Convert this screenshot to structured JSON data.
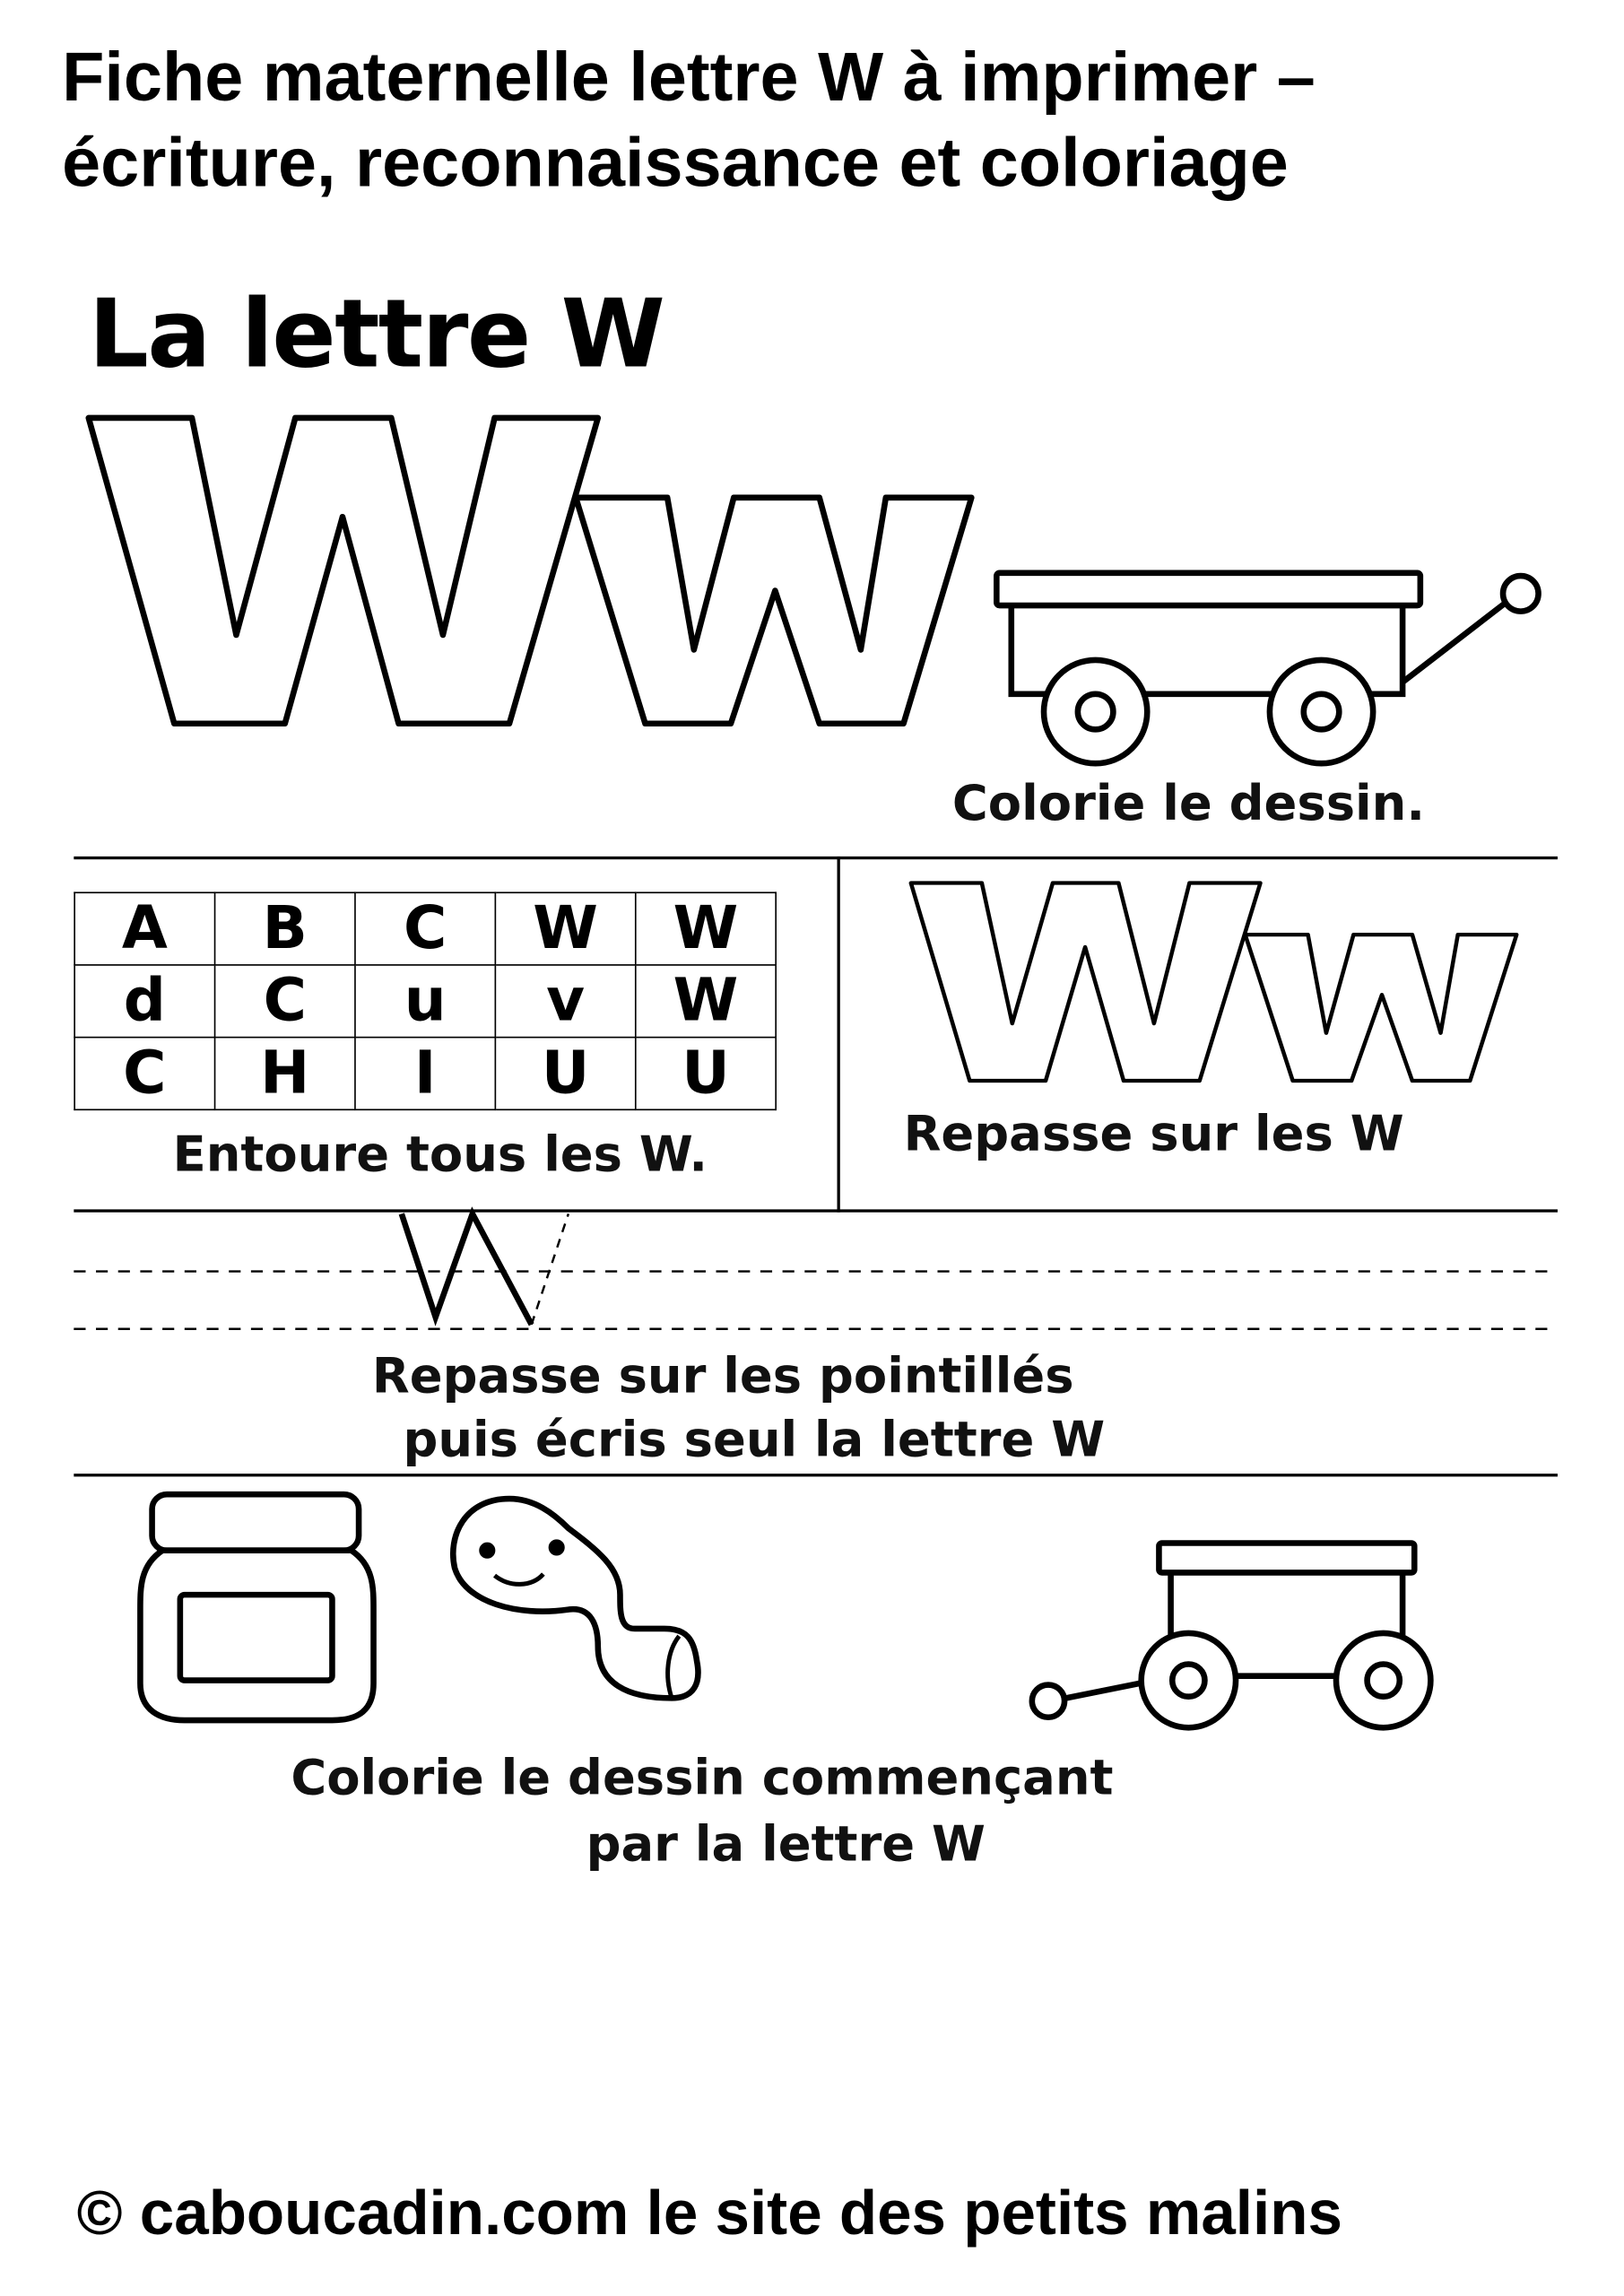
{
  "title": {
    "line1": "Fiche maternelle lettre W à imprimer –",
    "line2": "écriture, reconnaissance et coloriage"
  },
  "heading": "La lettre W",
  "big_letters_caption": "Colorie le dessin.",
  "grid": {
    "rows": [
      [
        "A",
        "B",
        "C",
        "W",
        "W"
      ],
      [
        "d",
        "C",
        "u",
        "v",
        "W"
      ],
      [
        "C",
        "H",
        "I",
        "U",
        "U"
      ]
    ],
    "caption": "Entoure tous les W."
  },
  "trace_letters_caption": "Repasse sur les W",
  "writing": {
    "caption_line1": "Repasse sur les pointillés",
    "caption_line2": "puis écris seul la lettre W"
  },
  "coloring": {
    "caption_line1": "Colorie le dessin commençant",
    "caption_line2": "par la lettre W"
  },
  "footer": "© caboucadin.com le site des petits malins"
}
